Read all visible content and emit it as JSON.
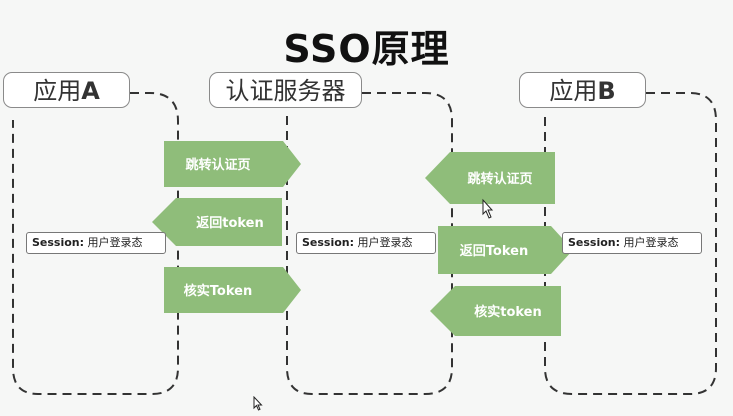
{
  "title": "SSO原理",
  "lanes": [
    {
      "label_prefix": "应用",
      "label_suffix": "A",
      "session": {
        "key": "Session:",
        "value": " 用户登录态"
      }
    },
    {
      "label": "认证服务器",
      "session": {
        "key": "Session:",
        "value": " 用户登录态"
      }
    },
    {
      "label_prefix": "应用",
      "label_suffix": "B",
      "session": {
        "key": "Session:",
        "value": " 用户登录态"
      }
    }
  ],
  "arrows_left": [
    "跳转认证页",
    "返回token",
    "核实Token"
  ],
  "arrows_right": [
    "跳转认证页",
    "返回Token",
    "核实token"
  ],
  "colors": {
    "arrow_fill": "#8fbd7a",
    "dash": "#333333"
  }
}
